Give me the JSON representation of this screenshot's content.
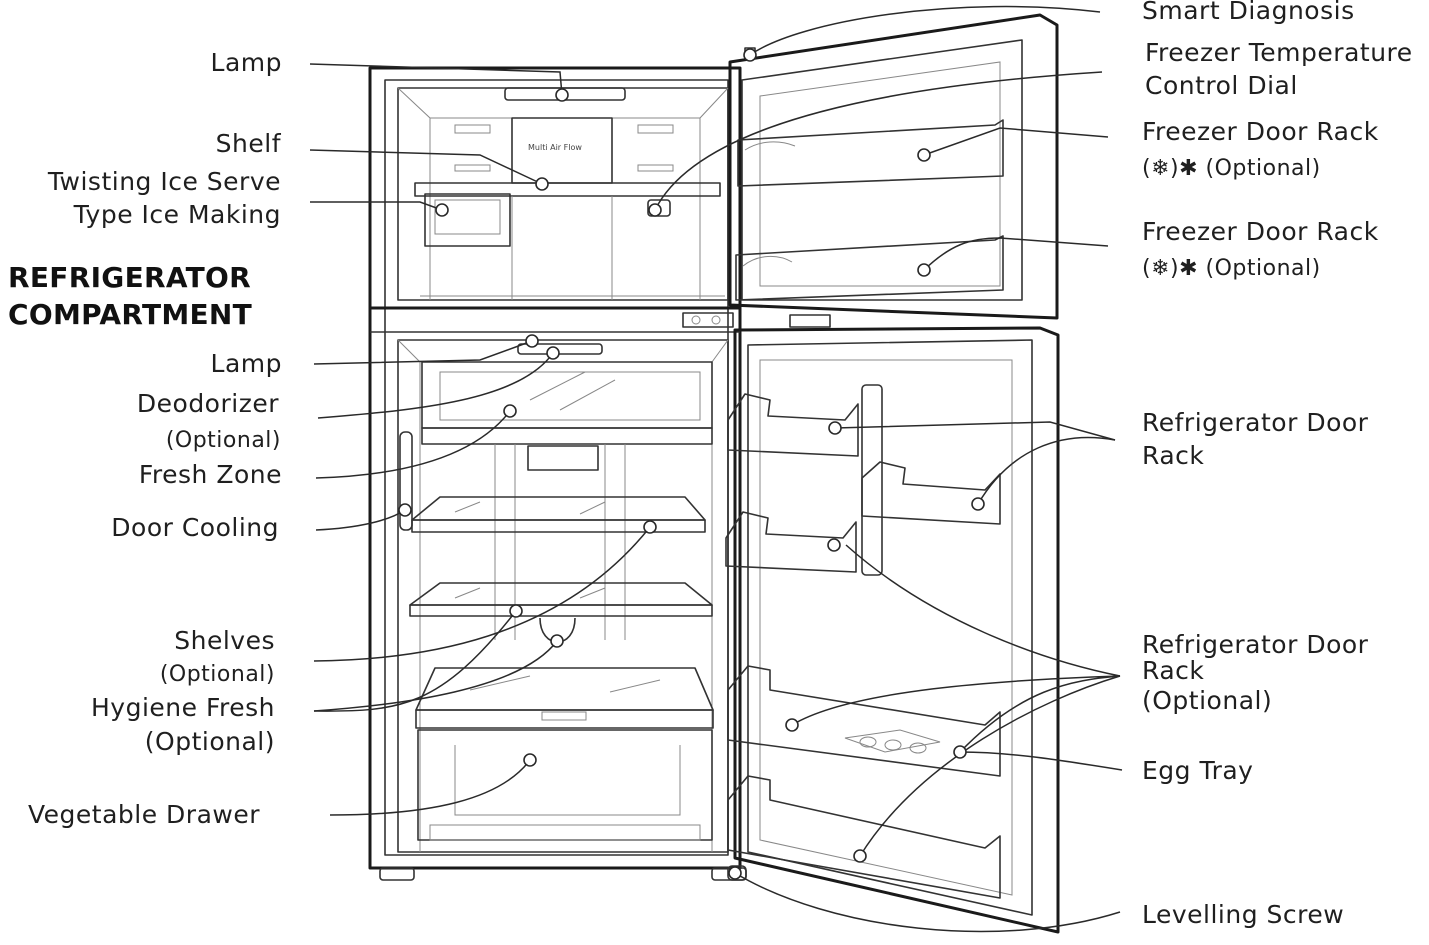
{
  "labels": {
    "lamp_top": "Lamp",
    "shelf": "Shelf",
    "twisting_line1": "Twisting Ice Serve",
    "twisting_line2": "Type Ice Making",
    "section_line1": "REFRIGERATOR",
    "section_line2": "COMPARTMENT",
    "lamp_fridge": "Lamp",
    "deodorizer": "Deodorizer",
    "deodorizer_optional": "(Optional)",
    "fresh_zone": "Fresh Zone",
    "door_cooling": "Door Cooling",
    "shelves": "Shelves",
    "shelves_optional": "(Optional)",
    "hygiene_fresh": "Hygiene Fresh",
    "hygiene_optional": "(Optional)",
    "vegetable_drawer": "Vegetable Drawer",
    "smart_diagnosis": "Smart Diagnosis",
    "freezer_dial_line1": "Freezer Temperature",
    "freezer_dial_line2": "Control Dial",
    "freezer_rack1": "Freezer Door Rack",
    "freezer_rack1_optional": "(❄)✱ (Optional)",
    "freezer_rack2": "Freezer Door Rack",
    "freezer_rack2_optional": "(❄)✱ (Optional)",
    "fridge_rack_line1": "Refrigerator Door",
    "fridge_rack_line2": "Rack",
    "fridge_rack_opt_line1": "Refrigerator Door",
    "fridge_rack_opt_line2": "Rack",
    "fridge_rack_opt_line3": "(Optional)",
    "egg_tray": "Egg Tray",
    "levelling_screw": "Levelling Screw"
  },
  "panel_text": "Multi Air Flow"
}
